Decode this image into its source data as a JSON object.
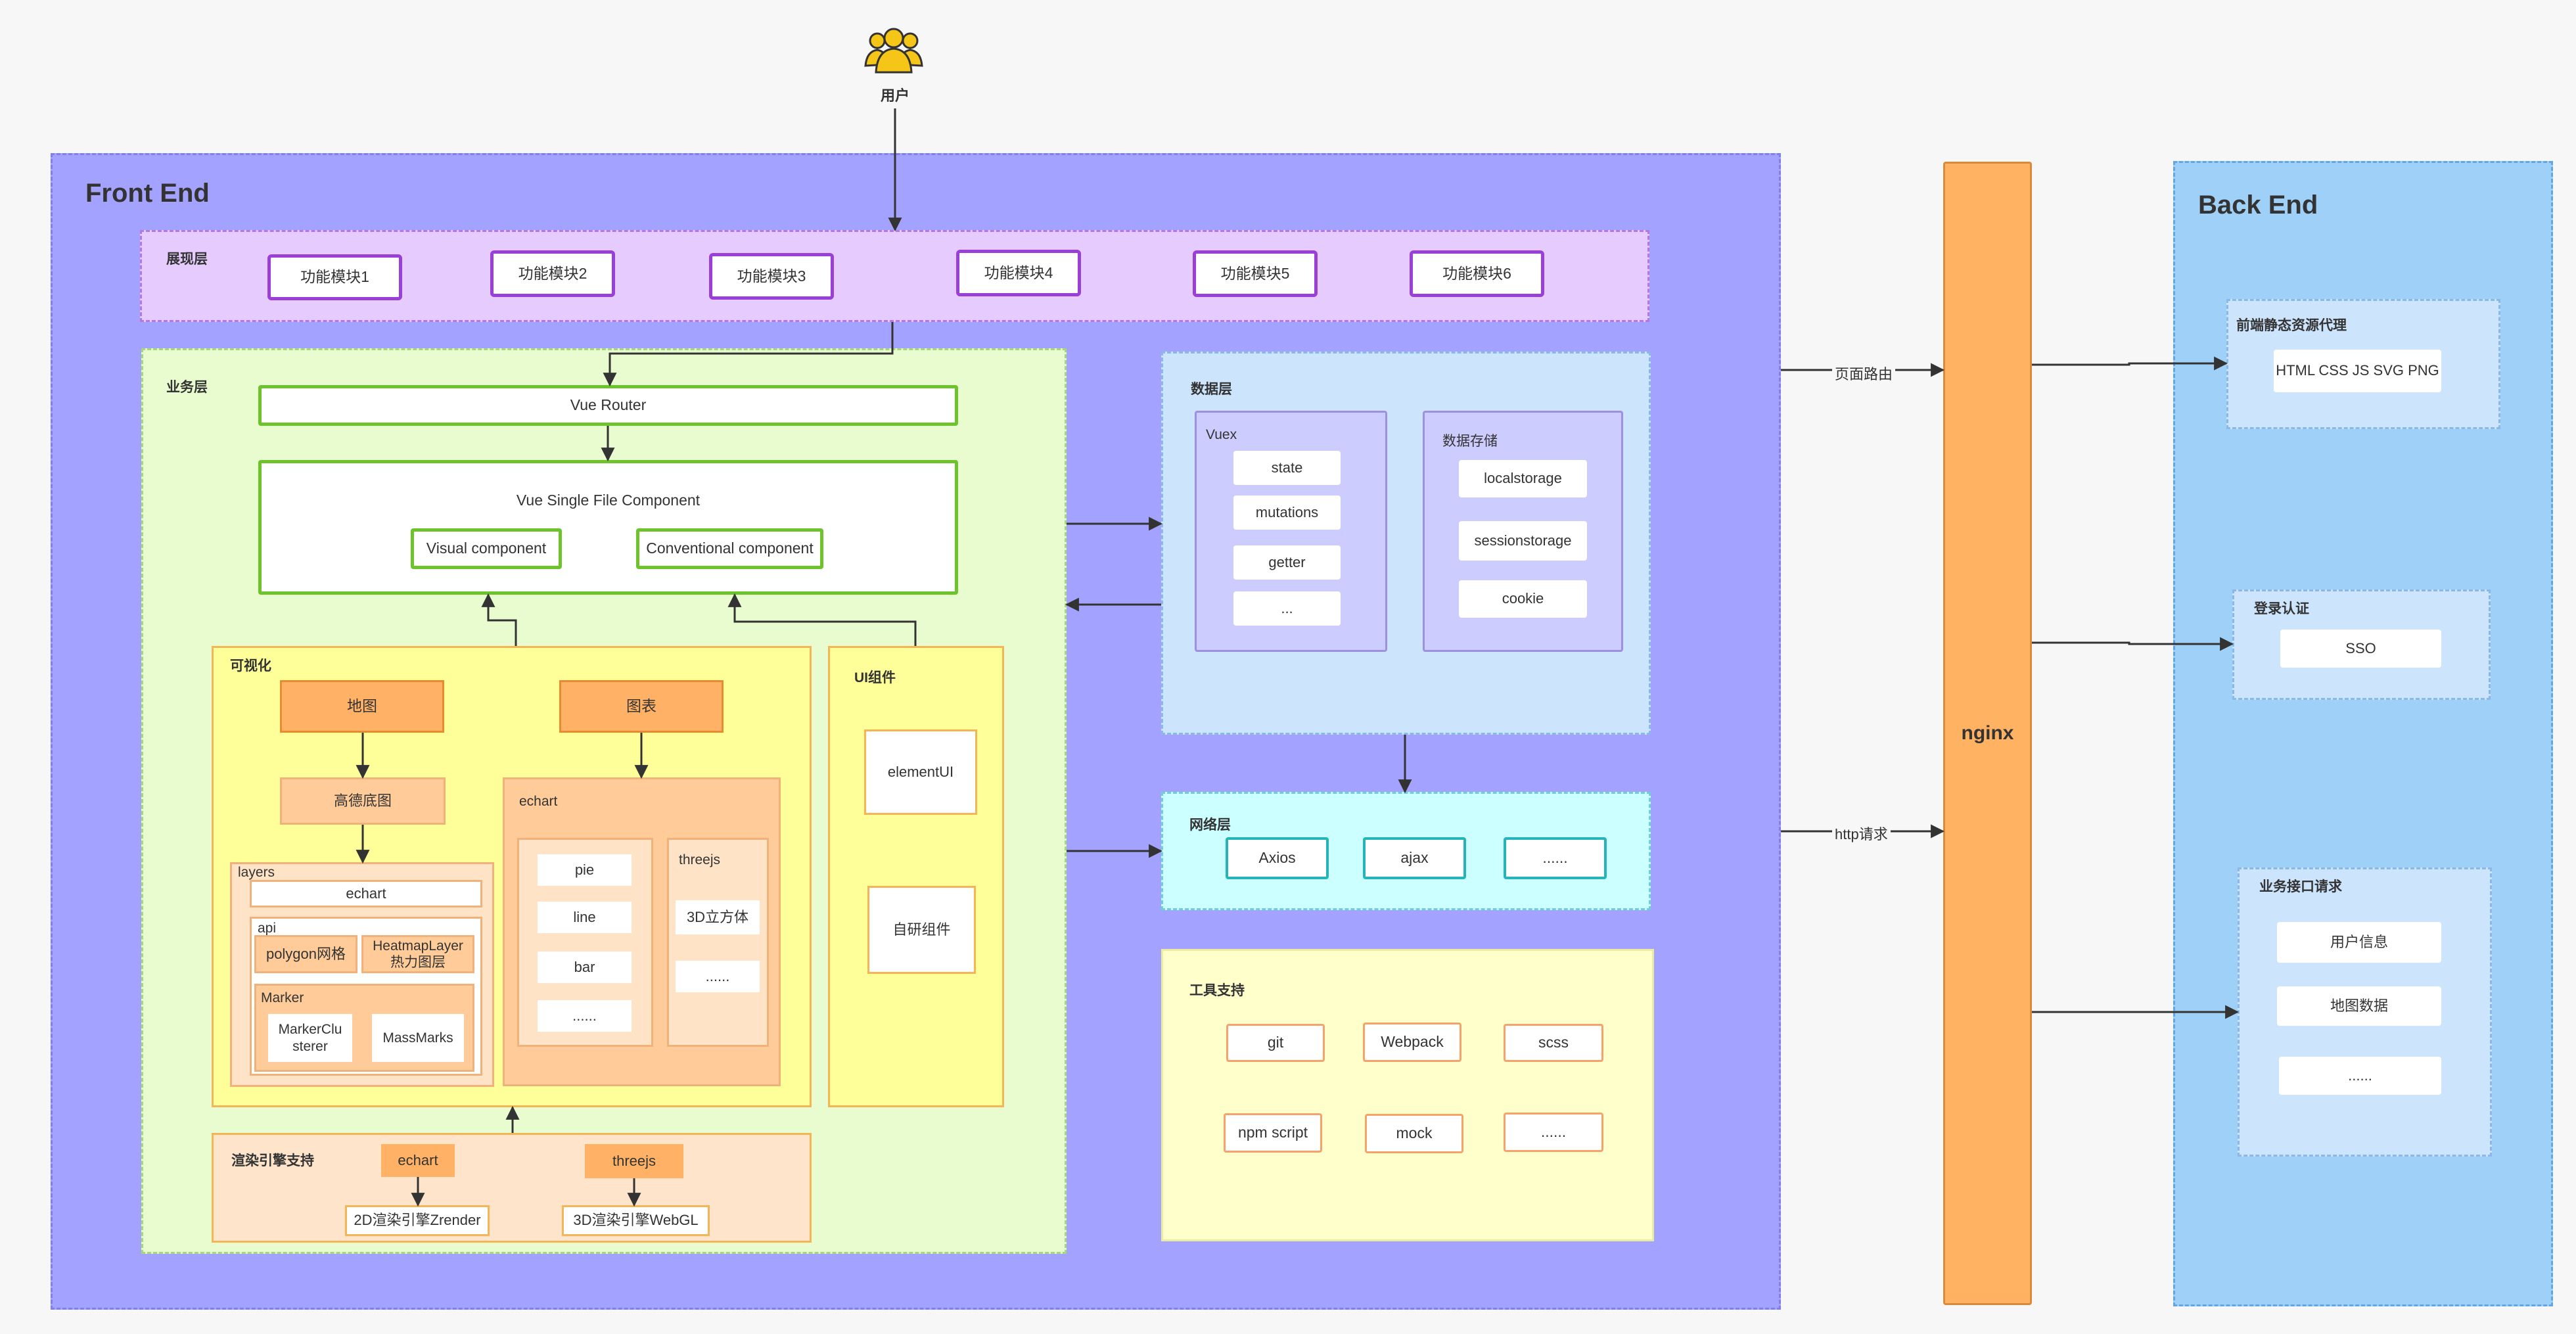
{
  "user": {
    "label": "用户",
    "icon": "users-icon"
  },
  "frontend": {
    "title": "Front End"
  },
  "backend": {
    "title": "Back End",
    "static_proxy": {
      "title": "前端静态资源代理",
      "content": "HTML CSS JS SVG PNG"
    },
    "auth": {
      "title": "登录认证",
      "content": "SSO"
    },
    "api": {
      "title": "业务接口请求",
      "items": [
        "用户信息",
        "地图数据",
        "......"
      ]
    }
  },
  "nginx": {
    "label": "nginx"
  },
  "edges": {
    "page_route": "页面路由",
    "http_request": "http请求"
  },
  "presentation": {
    "title": "展现层",
    "modules": [
      "功能模块1",
      "功能模块2",
      "功能模块3",
      "功能模块4",
      "功能模块5",
      "功能模块6"
    ]
  },
  "business": {
    "title": "业务层",
    "router": "Vue Router",
    "sfc": {
      "title": "Vue Single File Component",
      "visual": "Visual component",
      "conventional": "Conventional component"
    },
    "visualization": {
      "title": "可视化",
      "map": "地图",
      "chart": "图表",
      "amap": "高德底图",
      "layers": {
        "title": "layers",
        "echart": "echart",
        "api_title": "api",
        "polygon": "polygon网格",
        "heatmap_line1": "HeatmapLayer",
        "heatmap_line2": "热力图层",
        "marker_title": "Marker",
        "cluster_line1": "MarkerClu",
        "cluster_line2": "sterer",
        "mass": "MassMarks"
      },
      "echart": {
        "title": "echart",
        "items": [
          "pie",
          "line",
          "bar",
          "......"
        ]
      },
      "threejs": {
        "title": "threejs",
        "items": [
          "3D立方体",
          "......"
        ]
      }
    },
    "ui_components": {
      "title": "UI组件",
      "element": "elementUI",
      "custom": "自研组件"
    },
    "render_engine": {
      "title": "渲染引擎支持",
      "echart": "echart",
      "threejs": "threejs",
      "zrender": "2D渲染引擎Zrender",
      "webgl": "3D渲染引擎WebGL"
    }
  },
  "data_layer": {
    "title": "数据层",
    "vuex": {
      "title": "Vuex",
      "items": [
        "state",
        "mutations",
        "getter",
        "..."
      ]
    },
    "storage": {
      "title": "数据存储",
      "items": [
        "localstorage",
        "sessionstorage",
        "cookie"
      ]
    }
  },
  "network_layer": {
    "title": "网络层",
    "items": [
      "Axios",
      "ajax",
      "......"
    ]
  },
  "tools": {
    "title": "工具支持",
    "items": [
      "git",
      "Webpack",
      "scss",
      "npm script",
      "mock",
      "......"
    ]
  },
  "colors": {
    "frontend_bg": "#a3a3ff",
    "backend_bg": "#9fd0f7",
    "nginx_bg": "#ffb262",
    "presentation_bg": "#e6ccfe",
    "business_bg": "#e8fccf",
    "data_bg": "#cce4fc",
    "network_bg": "#ccffff",
    "tools_bg": "#ffffcc"
  }
}
